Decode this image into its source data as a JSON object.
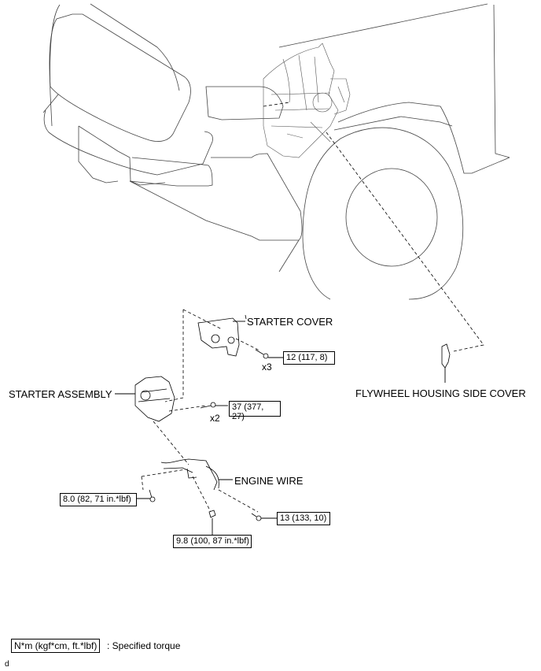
{
  "diagram": {
    "type": "exploded parts diagram",
    "subject": "starter installation (vehicle front view)"
  },
  "parts": {
    "starter_cover": "STARTER COVER",
    "starter_assembly": "STARTER ASSEMBLY",
    "engine_wire": "ENGINE WIRE",
    "flywheel_cover": "FLYWHEEL HOUSING SIDE COVER"
  },
  "quantities": {
    "cover_bolts": "x3",
    "starter_bolts": "x2"
  },
  "torques": {
    "cover_bolt": "12 (117, 8)",
    "starter_bolt": "37 (377, 27)",
    "wire_bolt_left": "8.0 (82, 71 in.*lbf)",
    "wire_nut": "9.8 (100, 87 in.*lbf)",
    "wire_bolt_right": "13 (133, 10)"
  },
  "legend": {
    "unit_box": "N*m (kgf*cm, ft.*lbf)",
    "meaning": ": Specified torque"
  },
  "figure_id": "d"
}
